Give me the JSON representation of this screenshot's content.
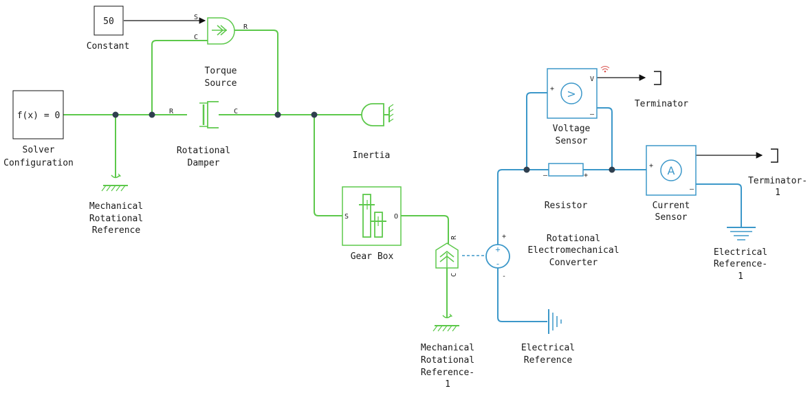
{
  "blocks": {
    "constant": {
      "value": "50",
      "label": "Constant"
    },
    "torque_source": {
      "label": [
        "Torque",
        "Source"
      ],
      "port_s": "S",
      "port_c": "C",
      "port_r": "R"
    },
    "solver": {
      "text": "f(x) = 0",
      "label": [
        "Solver",
        "Configuration"
      ]
    },
    "damper": {
      "label": [
        "Rotational",
        "Damper"
      ],
      "port_r": "R",
      "port_c": "C"
    },
    "inertia": {
      "label": "Inertia"
    },
    "mech_ref": {
      "label": [
        "Mechanical",
        "Rotational",
        "Reference"
      ]
    },
    "gear_box": {
      "label": "Gear Box",
      "port_s": "S",
      "port_o": "O"
    },
    "mech_ref_1": {
      "label": [
        "Mechanical",
        "Rotational",
        "Reference-",
        "1"
      ]
    },
    "converter": {
      "label": [
        "Rotational",
        "Electromechanical",
        "Converter"
      ],
      "port_r": "R",
      "port_c": "C",
      "plus": "+",
      "minus": "-"
    },
    "elec_ref": {
      "label": [
        "Electrical",
        "Reference"
      ]
    },
    "resistor": {
      "label": "Resistor",
      "minus": "–",
      "plus": "+"
    },
    "voltage_sensor": {
      "label": [
        "Voltage",
        "Sensor"
      ],
      "symbol": ">",
      "port_v": "V",
      "plus": "+",
      "minus": "–"
    },
    "terminator": {
      "label": "Terminator"
    },
    "current_sensor": {
      "label": [
        "Current",
        "Sensor"
      ],
      "symbol": "A",
      "plus": "+",
      "minus": "–"
    },
    "terminator_1": {
      "label": [
        "Terminator-",
        "1"
      ]
    },
    "elec_ref_1": {
      "label": [
        "Electrical",
        "Reference-",
        "1"
      ]
    }
  },
  "colors": {
    "mechanical": "#5cc84a",
    "electrical": "#3b97c9",
    "signal": "#111111",
    "junction": "#2f3f4f"
  },
  "icons": [
    "torque-source-icon",
    "rotational-damper-icon",
    "inertia-icon",
    "mechanical-reference-icon",
    "gear-box-icon",
    "converter-icon",
    "resistor-icon",
    "voltmeter-icon",
    "ammeter-icon",
    "ground-icon",
    "terminator-icon",
    "signal-indicator-icon"
  ]
}
